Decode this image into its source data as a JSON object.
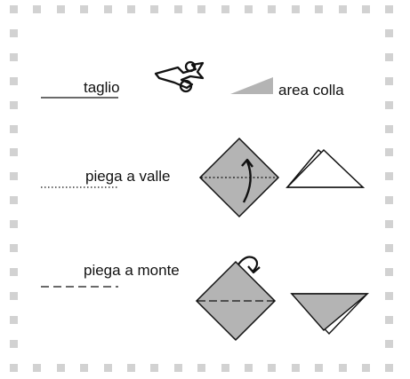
{
  "legend": {
    "cut": {
      "label": "taglio",
      "icon": "scissors-icon"
    },
    "glue": {
      "label": "area colla",
      "icon": "glue-wedge-icon"
    },
    "valley_fold": {
      "label": "piega a valle",
      "line_style": "dotted"
    },
    "mountain_fold": {
      "label": "piega a monte",
      "line_style": "dashed"
    }
  },
  "colors": {
    "border_squares": "#d2d2d2",
    "paper_fill": "#b4b4b4",
    "glue_fill": "#b4b4b4",
    "ink": "#111111"
  }
}
